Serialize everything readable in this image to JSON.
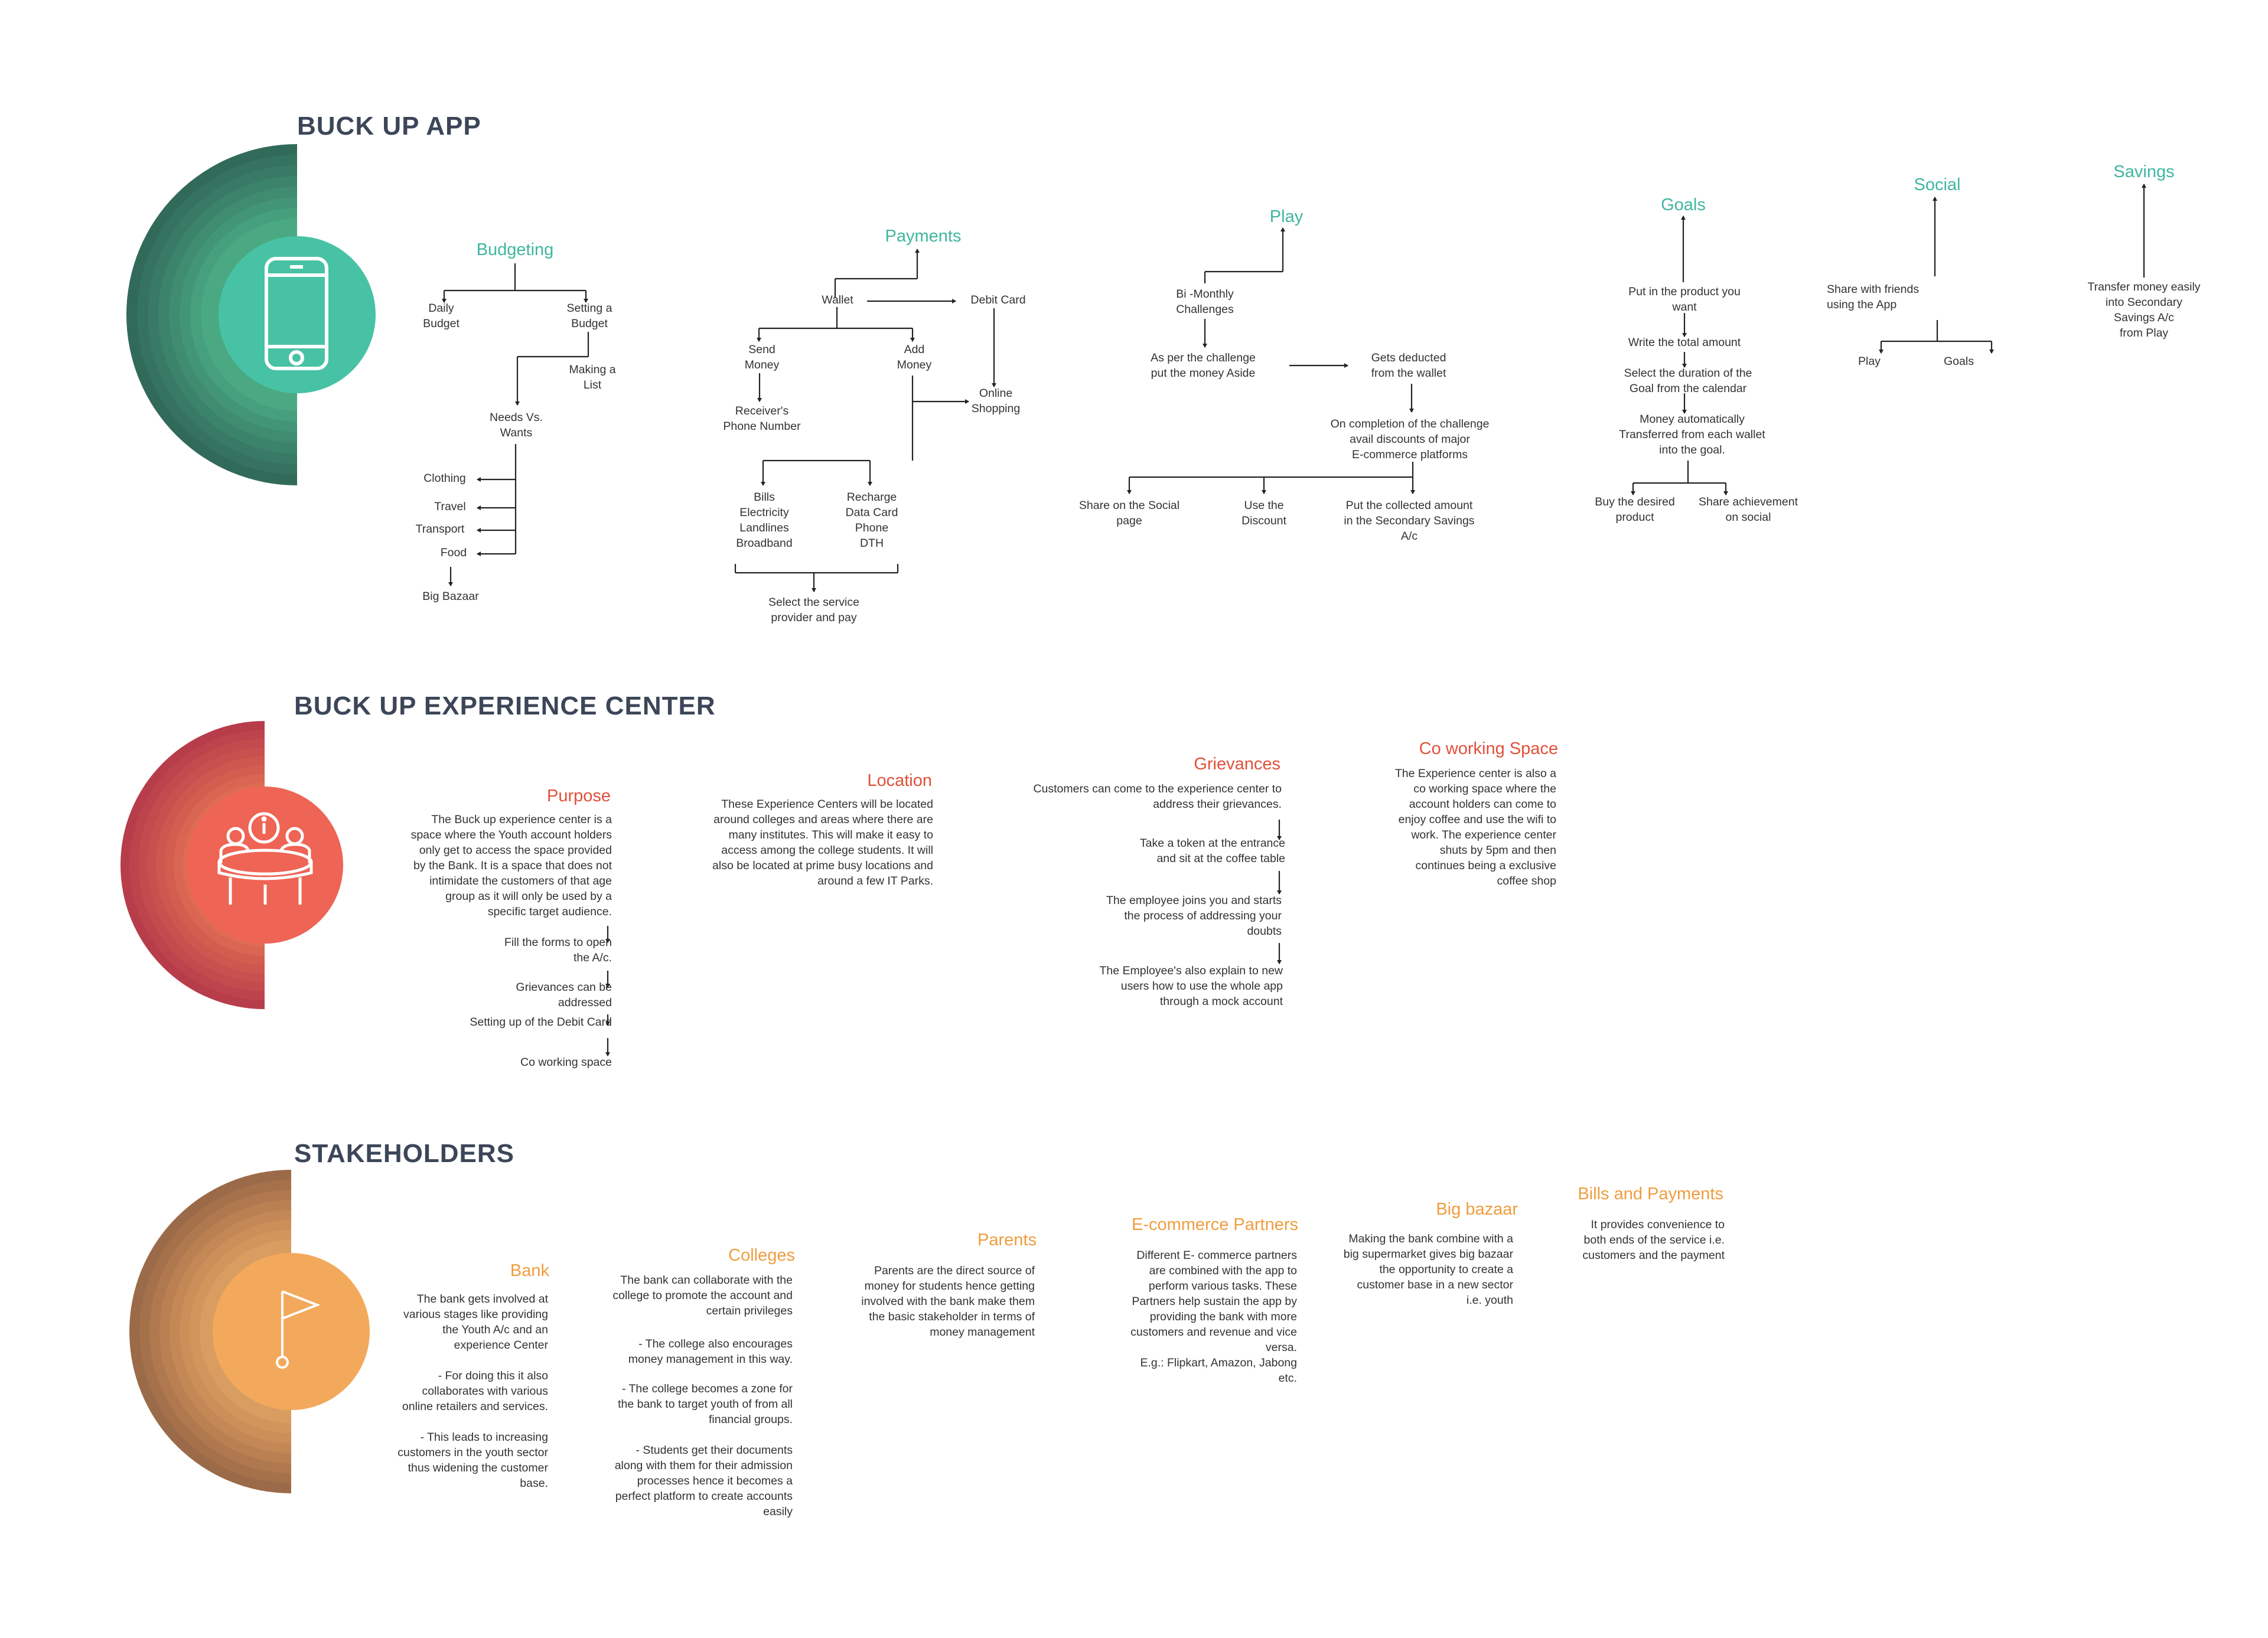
{
  "sections": {
    "app": {
      "title": "BUCK UP APP",
      "colors": [
        "#326a5a",
        "#35725f",
        "#387a65",
        "#3b836a",
        "#3f8c70",
        "#429677",
        "#469f7d",
        "#4aa983"
      ],
      "circle": "#48c2a4",
      "accent": "#3fb6a0",
      "icon": "smartphone-icon",
      "categories": [
        "Budgeting",
        "Payments",
        "Play",
        "Goals",
        "Social",
        "Savings"
      ]
    },
    "experience": {
      "title": "BUCK UP EXPERIENCE CENTER",
      "colors": [
        "#b73d4a",
        "#bd434c",
        "#c34a4d",
        "#c8504e",
        "#ce574f",
        "#d35e50",
        "#d96552",
        "#de6c53"
      ],
      "circle": "#ee6455",
      "accent": "#e2503a",
      "icon": "meeting-table-icon",
      "categories": [
        "Purpose",
        "Location",
        "Grievances",
        "Co working Space"
      ]
    },
    "stakeholders": {
      "title": "STAKEHOLDERS",
      "colors": [
        "#9b6a48",
        "#a5714b",
        "#b0784f",
        "#ba8052",
        "#c38856",
        "#cb8f59",
        "#d2965d",
        "#d99d61"
      ],
      "circle": "#f3a95c",
      "accent": "#ef9d3f",
      "icon": "flag-icon",
      "categories": [
        "Bank",
        "Colleges",
        "Parents",
        "E-commerce Partners",
        "Big  bazaar",
        "Bills and Payments"
      ]
    }
  },
  "texts": {
    "budgeting": [
      "Daily\nBudget",
      "Setting a\nBudget",
      "Making a\nList",
      "Needs Vs.\nWants",
      "Clothing",
      "Travel",
      "Transport",
      "Food",
      "Big Bazaar"
    ],
    "payments": [
      "Wallet",
      "Debit Card",
      "Send\nMoney",
      "Add\nMoney",
      "Online\nShopping",
      "Receiver's\nPhone Number",
      "Bills\nElectricity\nLandlines\nBroadband",
      "Recharge\nData Card\nPhone\nDTH",
      "Select the service\nprovider and pay"
    ],
    "play": [
      "Bi -Monthly\nChallenges",
      "As per the challenge\nput the money Aside",
      "Gets deducted\nfrom the wallet",
      "On completion of the challenge\navail discounts of major\nE-commerce platforms",
      "Share on the Social\npage",
      "Use the\nDiscount",
      "Put the collected amount\nin the Secondary Savings\nA/c"
    ],
    "goals": [
      "Put in the product you\nwant",
      "Write the total amount",
      "Select the duration of the\nGoal from the calendar",
      "Money automatically\nTransferred from each wallet\ninto the goal.",
      "Buy the desired\nproduct",
      "Share achievement\non social"
    ],
    "social": [
      "Share with friends\nusing the App",
      "Play",
      "Goals"
    ],
    "savings": [
      "Transfer money easily\ninto Secondary\nSavings A/c\nfrom Play"
    ],
    "purpose": [
      "The Buck up experience center is a\nspace where the Youth account holders\nonly get to access the space provided\nby the Bank. It is a space that does not\nintimidate the customers of that age\ngroup as it will only be used by a\nspecific target audience.",
      "Fill the forms to open\nthe A/c.",
      "Grievances can be\naddressed",
      "Setting up of the Debit Card",
      "Co working space"
    ],
    "location": [
      "These Experience Centers will be located\naround colleges and areas where there are\nmany institutes. This will make it easy to\naccess among the college students. It will\nalso be located at prime busy locations and\naround a few IT Parks."
    ],
    "grievances": [
      "Customers can come to the experience center to\naddress their grievances.",
      "Take a token at the entrance\nand sit at the coffee table",
      "The employee joins you and starts\nthe process of addressing your\ndoubts",
      "The Employee's also explain to new\nusers how to use the whole app\nthrough a mock account"
    ],
    "coworking": [
      "The Experience center is also a\nco working space where the\naccount holders can come to\nenjoy coffee and use the wifi to\nwork. The experience center\nshuts by 5pm and then\ncontinues being a exclusive\ncoffee shop"
    ],
    "bank": [
      "The bank gets involved at\nvarious stages like providing\nthe Youth A/c and an\nexperience Center",
      "- For doing this it also\ncollaborates with various\nonline retailers and services.",
      "- This leads to increasing\ncustomers in the youth sector\nthus widening the customer\nbase."
    ],
    "colleges": [
      "The bank can collaborate with the\ncollege to promote the account and\ncertain privileges",
      "- The college also encourages\nmoney management in this way.",
      "- The college becomes a zone for\nthe bank to target youth of from all\nfinancial groups.",
      "- Students get their documents\nalong with them for their admission\nprocesses hence it  becomes a\nperfect platform to  create accounts\neasily"
    ],
    "parents": [
      "Parents are the direct source of\nmoney for students hence getting\ninvolved with the bank make them\nthe basic stakeholder in terms of\nmoney management"
    ],
    "ecommerce": [
      "Different  E- commerce partners\nare combined with the app to\nperform various tasks. These\nPartners help  sustain the app by\nproviding the bank with more\ncustomers and revenue and vice\nversa.\nE.g.: Flipkart, Amazon, Jabong\netc."
    ],
    "bigbazaar": [
      "Making the bank combine with a\nbig supermarket gives big bazaar\nthe opportunity to create a\ncustomer base in a new sector\ni.e. youth"
    ],
    "bills": [
      "It provides convenience to\nboth ends of the service i.e.\ncustomers and the payment"
    ]
  }
}
